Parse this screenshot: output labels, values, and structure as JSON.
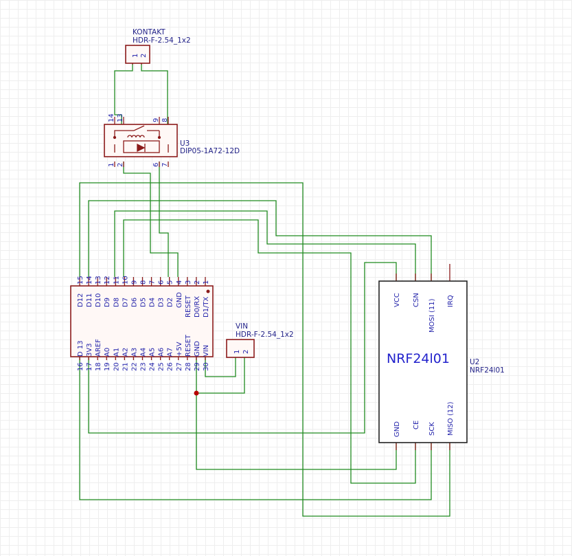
{
  "colors": {
    "wire": "#1f8a1f",
    "symbol": "#8b1a1a",
    "text": "#2222aa",
    "junction": "#b80000"
  },
  "kontakt": {
    "ref": "KONTAKT",
    "value": "HDR-F-2.54_1x2",
    "pins": [
      "1",
      "2"
    ]
  },
  "vin": {
    "ref": "VIN",
    "value": "HDR-F-2.54_1x2",
    "pins": [
      "1",
      "2"
    ]
  },
  "relay": {
    "ref": "U3",
    "value": "DIP05-1A72-12D",
    "top_pins": [
      "14",
      "13",
      "9",
      "8"
    ],
    "bottom_pins": [
      "1",
      "2",
      "6",
      "7"
    ]
  },
  "nano": {
    "top_pin_nums": [
      "15",
      "14",
      "13",
      "12",
      "11",
      "10",
      "9",
      "8",
      "7",
      "6",
      "5",
      "4",
      "3",
      "2",
      "1"
    ],
    "top_pin_names": [
      "D12",
      "D11",
      "D10",
      "D9",
      "D8",
      "D7",
      "D6",
      "D5",
      "D4",
      "D3",
      "D2",
      "GND",
      "RESET",
      "D0/RX",
      "D1/TX"
    ],
    "bottom_pin_nums": [
      "16",
      "17",
      "18",
      "19",
      "20",
      "21",
      "22",
      "23",
      "24",
      "25",
      "26",
      "27",
      "28",
      "29",
      "30"
    ],
    "bottom_pin_names": [
      "D 13",
      "3V3",
      "AREF",
      "A0",
      "A1",
      "A2",
      "A3",
      "A4",
      "A5",
      "A6",
      "A7",
      "+5V",
      "RESET",
      "GND",
      "VIN"
    ]
  },
  "nrf": {
    "title": "NRF24l01",
    "ref": "U2",
    "value": "NRF24l01",
    "top_pin_names": [
      "VCC",
      "CSN",
      "MOSI (11)",
      "IRQ"
    ],
    "bottom_pin_names": [
      "GND",
      "CE",
      "SCK",
      "MISO (12)"
    ]
  }
}
